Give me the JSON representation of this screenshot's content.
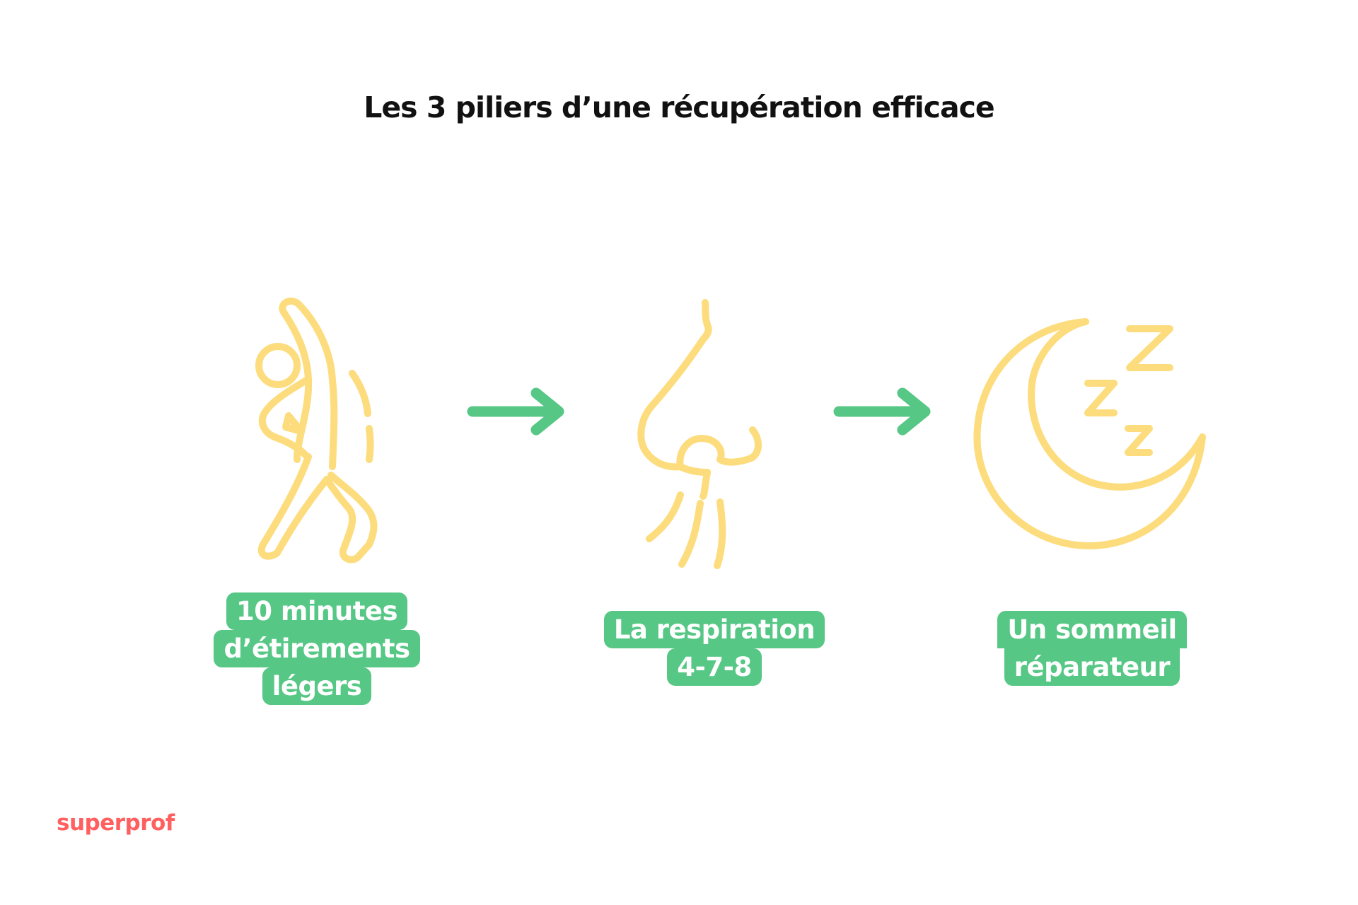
{
  "title": "Les 3 piliers d’une récupération efficace",
  "steps": [
    {
      "icon": "stretching-person-icon",
      "lines": [
        "10 minutes",
        "d’étirements",
        "légers"
      ]
    },
    {
      "icon": "nose-breathing-icon",
      "lines": [
        "La respiration",
        "4-7-8"
      ]
    },
    {
      "icon": "moon-sleep-icon",
      "lines": [
        "Un sommeil",
        "réparateur"
      ]
    }
  ],
  "brand": "superprof",
  "colors": {
    "icon": "#fcdc7c",
    "arrow": "#56c785",
    "label_bg": "#56c785",
    "label_text": "#ffffff",
    "brand": "#ff5f5f",
    "title": "#111111"
  }
}
